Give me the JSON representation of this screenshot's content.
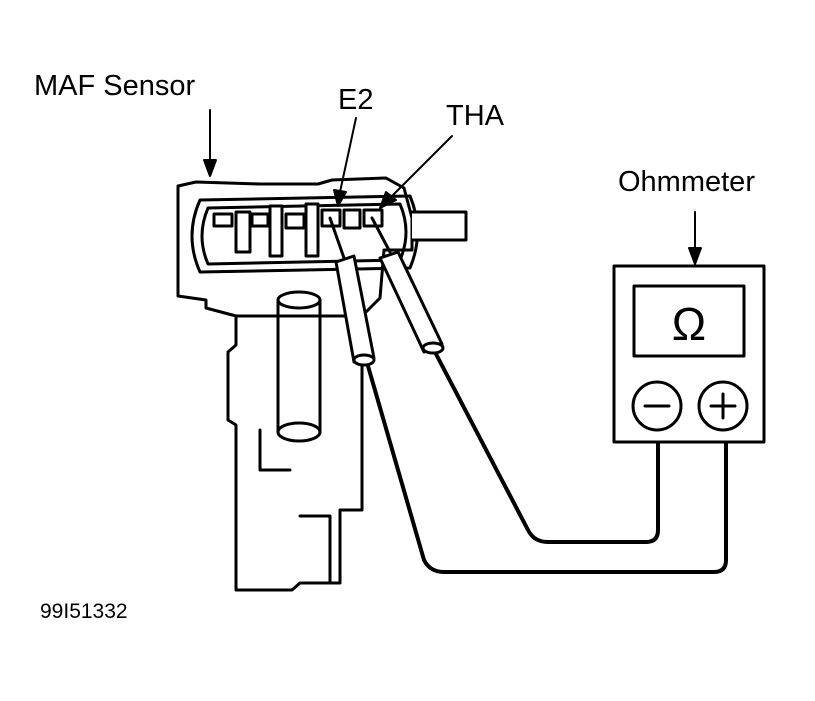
{
  "labels": {
    "maf_sensor": "MAF Sensor",
    "e2": "E2",
    "tha": "THA",
    "ohmmeter": "Ohmmeter",
    "figure_id": "99I51332"
  },
  "meter": {
    "symbol": "Ω",
    "minus": "−",
    "plus": "+"
  },
  "colors": {
    "line": "#000000",
    "background": "#ffffff"
  }
}
